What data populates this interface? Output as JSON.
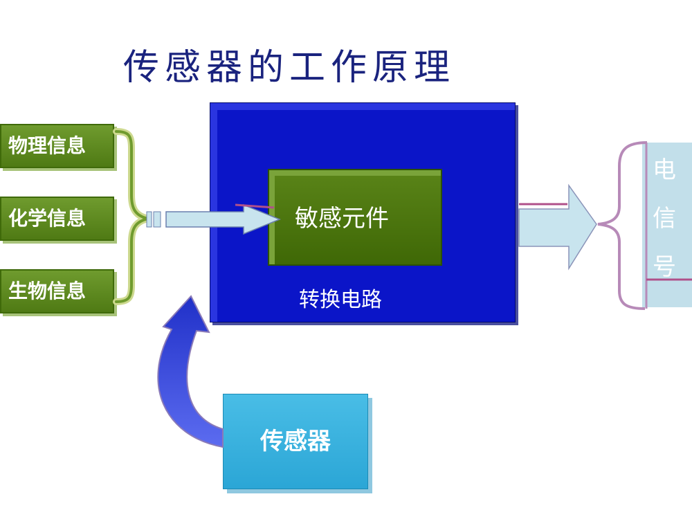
{
  "title": "传感器的工作原理",
  "inputs": [
    "物理信息",
    "化学信息",
    "生物信息"
  ],
  "converter": {
    "element_label": "敏感元件",
    "circuit_label": "转换电路"
  },
  "sensor_label": "传感器",
  "output": {
    "chars": [
      "电",
      "信",
      "号"
    ]
  },
  "colors": {
    "title": "#1a237e",
    "input_boxes": "#5e8a20",
    "converter_box": "#0b15c8",
    "element_box": "#4a7410",
    "sensor_box": "#36aede",
    "arrows": "#c8e4ee",
    "curved_arrow": "#3a49d8"
  }
}
